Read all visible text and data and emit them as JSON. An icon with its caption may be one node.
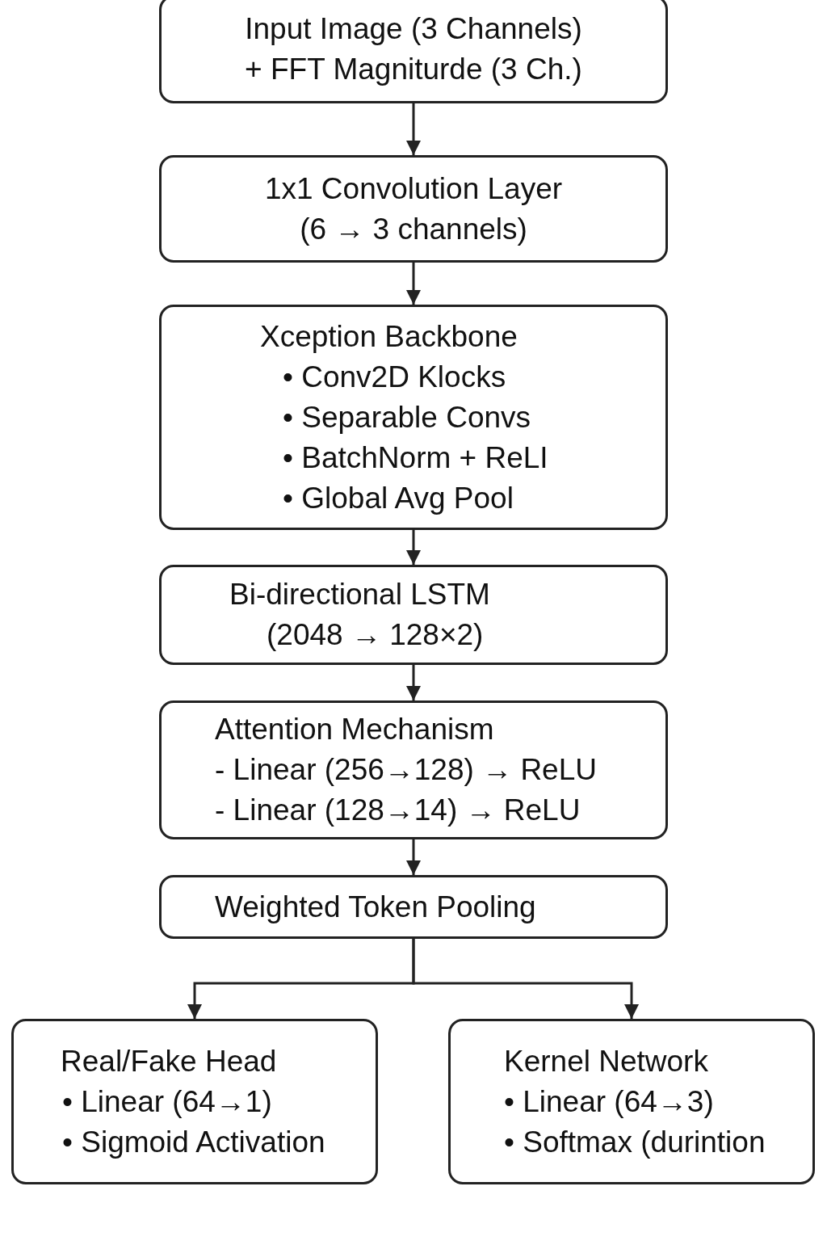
{
  "diagram": {
    "nodes": [
      {
        "text": [
          "Input Image (3 Channels)",
          "+ FFT Magniturde (3 Ch.)"
        ]
      },
      {
        "text": [
          "1x1 Convolution Layer",
          "(6 → 3 channels)"
        ]
      },
      {
        "text": [
          "Xception Backbone",
          "• Conv2D Klocks",
          "• Separable Convs",
          "• BatchNorm + ReLI",
          "• Global Avg Pool"
        ]
      },
      {
        "text": [
          "Bi-directional LSTM",
          "(2048 → 128×2)"
        ]
      },
      {
        "text": [
          "Attention Mechanism",
          "- Linear (256→128) → ReLU",
          "- Linear (128→14)  → ReLU"
        ]
      },
      {
        "text": [
          "Weighted Token Pooling"
        ]
      },
      {
        "text": [
          "Real/Fake Head",
          "• Linear (64→1)",
          "• Sigmoid Activation"
        ]
      },
      {
        "text": [
          "Kernel Network",
          "• Linear (64→3)",
          "• Softmax (durintion"
        ]
      }
    ],
    "edges": [
      {
        "from": 0,
        "to": 1,
        "arrow": "to"
      },
      {
        "from": 1,
        "to": 2,
        "arrow": "to"
      },
      {
        "from": 2,
        "to": 3,
        "arrow": "to"
      },
      {
        "from": 3,
        "to": 4,
        "arrow": "to"
      },
      {
        "from": 4,
        "to": 5,
        "arrow": "to"
      },
      {
        "from": 5,
        "to": 6,
        "arrow": "to"
      },
      {
        "from": 5,
        "to": 7,
        "arrow": "to"
      }
    ]
  }
}
